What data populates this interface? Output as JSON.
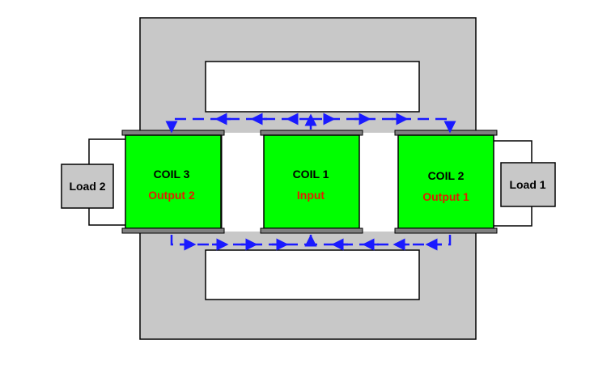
{
  "colors": {
    "core": "#c8c8c8",
    "coil": "#00ff00",
    "flux": "#1a1aff",
    "load": "#c8c8c8",
    "role_text": "#e02000",
    "outline": "#000000"
  },
  "icons": {
    "flux_arrow": "arrow-icon",
    "core": "transformer-core"
  },
  "coils": [
    {
      "id": "coil3",
      "title": "COIL 3",
      "role": "Output 2"
    },
    {
      "id": "coil1",
      "title": "COIL 1",
      "role": "Input"
    },
    {
      "id": "coil2",
      "title": "COIL 2",
      "role": "Output 1"
    }
  ],
  "loads": [
    {
      "id": "load2",
      "label": "Load 2"
    },
    {
      "id": "load1",
      "label": "Load 1"
    }
  ]
}
